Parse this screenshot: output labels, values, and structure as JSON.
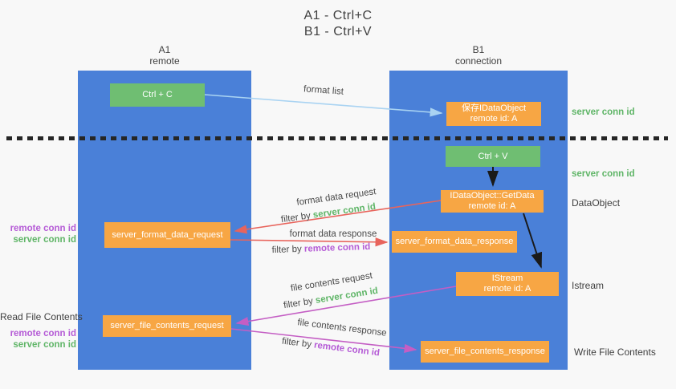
{
  "title": {
    "line1": "A1 - Ctrl+C",
    "line2": "B1 - Ctrl+V"
  },
  "lanes": {
    "left": {
      "name": "A1",
      "subtitle": "remote"
    },
    "right": {
      "name": "B1",
      "subtitle": "connection"
    }
  },
  "nodes": {
    "ctrl_c": {
      "label": "Ctrl + C"
    },
    "save_idataobject": {
      "line1": "保存IDataObject",
      "line2": "remote id: A"
    },
    "ctrl_v": {
      "label": "Ctrl + V"
    },
    "getdata": {
      "line1": "IDataObject::GetData",
      "line2": "remote id: A"
    },
    "format_request": {
      "label": "server_format_data_request"
    },
    "format_response": {
      "label": "server_format_data_response"
    },
    "istream": {
      "line1": "IStream",
      "line2": "remote id: A"
    },
    "file_request": {
      "label": "server_file_contents_request"
    },
    "file_response": {
      "label": "server_file_contents_response"
    }
  },
  "arrow_labels": {
    "format_list": "format list",
    "format_data_request": "format data request",
    "format_data_response": "format data response",
    "file_contents_request": "file contents request",
    "file_contents_response": "file contents response",
    "filter_by": "filter by ",
    "server_conn_id": "server conn id",
    "remote_conn_id": "remote conn id"
  },
  "side_labels": {
    "left": {
      "remote_conn_id": "remote conn id",
      "server_conn_id": "server conn id",
      "read_file_contents": "Read File Contents"
    },
    "right": {
      "server_conn_id_top": "server conn id",
      "server_conn_id_mid": "server conn id",
      "dataobject": "DataObject",
      "istream": "Istream",
      "write_file_contents": "Write File Contents"
    }
  },
  "colors": {
    "background": "#f8f8f8",
    "lane_blue": "#4a80d8",
    "node_orange": "#f7a644",
    "node_green": "#6fbe72",
    "arrow_light_blue": "#a9d3f2",
    "arrow_red": "#e8645c",
    "arrow_magenta": "#c45ec4",
    "arrow_black": "#1a1a1a",
    "text_green": "#5fb567",
    "text_purple": "#b55bd6",
    "text_dark": "#3f3f3f",
    "dotted_line": "#262626"
  }
}
